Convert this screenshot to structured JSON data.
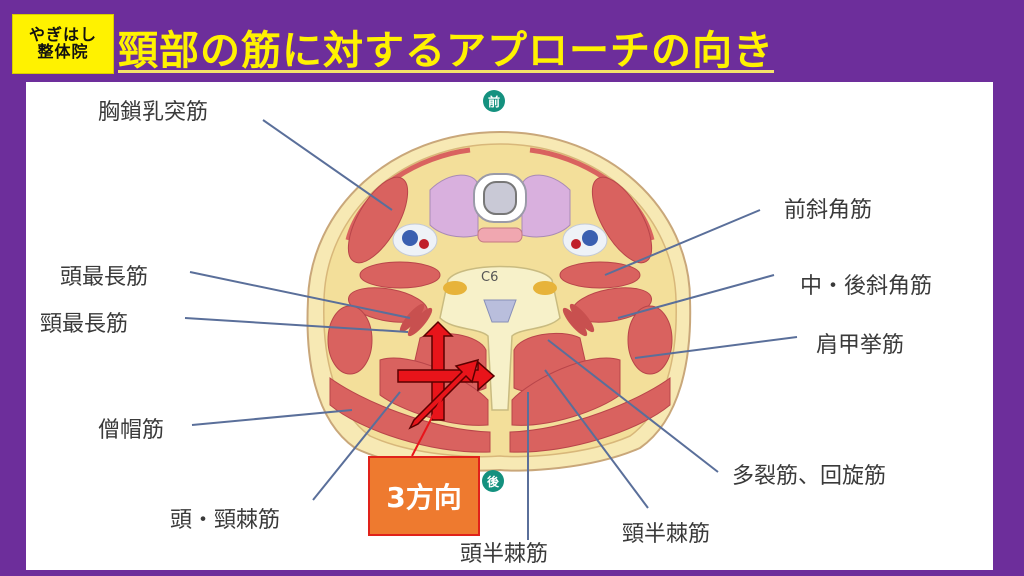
{
  "header": {
    "brand_line1": "やぎはし",
    "brand_line2": "整体院",
    "title": "頸部の筋に対するアプローチの向き"
  },
  "diagram": {
    "vertebra_label": "C6",
    "orientation": {
      "anterior": "前",
      "posterior": "後"
    },
    "labels_left": [
      {
        "id": "scm",
        "text": "胸鎖乳突筋"
      },
      {
        "id": "longissimus-capitis",
        "text": "頭最長筋"
      },
      {
        "id": "longissimus-cervicis",
        "text": "頸最長筋"
      },
      {
        "id": "trapezius",
        "text": "僧帽筋"
      },
      {
        "id": "spinalis",
        "text": "頭・頸棘筋"
      }
    ],
    "labels_bottom": [
      {
        "id": "semispinalis-capitis",
        "text": "頭半棘筋"
      },
      {
        "id": "semispinalis-cervicis",
        "text": "頸半棘筋"
      }
    ],
    "labels_right": [
      {
        "id": "anterior-scalene",
        "text": "前斜角筋"
      },
      {
        "id": "mid-post-scalene",
        "text": "中・後斜角筋"
      },
      {
        "id": "levator-scapulae",
        "text": "肩甲挙筋"
      },
      {
        "id": "multifidus-rotatores",
        "text": "多裂筋、回旋筋"
      }
    ],
    "callout": {
      "text": "3方向",
      "arrow_directions": [
        "up",
        "right",
        "up-right"
      ]
    }
  },
  "colors": {
    "background": "#6d2e9b",
    "title": "#fff200",
    "brand_bg": "#fff200",
    "muscle": "#d9625f",
    "fat": "#f5e6a3",
    "arrow": "#e8141a",
    "callout_bg": "#ee7a2f",
    "leader_line": "#5a6f9a",
    "badge": "#14917f"
  }
}
